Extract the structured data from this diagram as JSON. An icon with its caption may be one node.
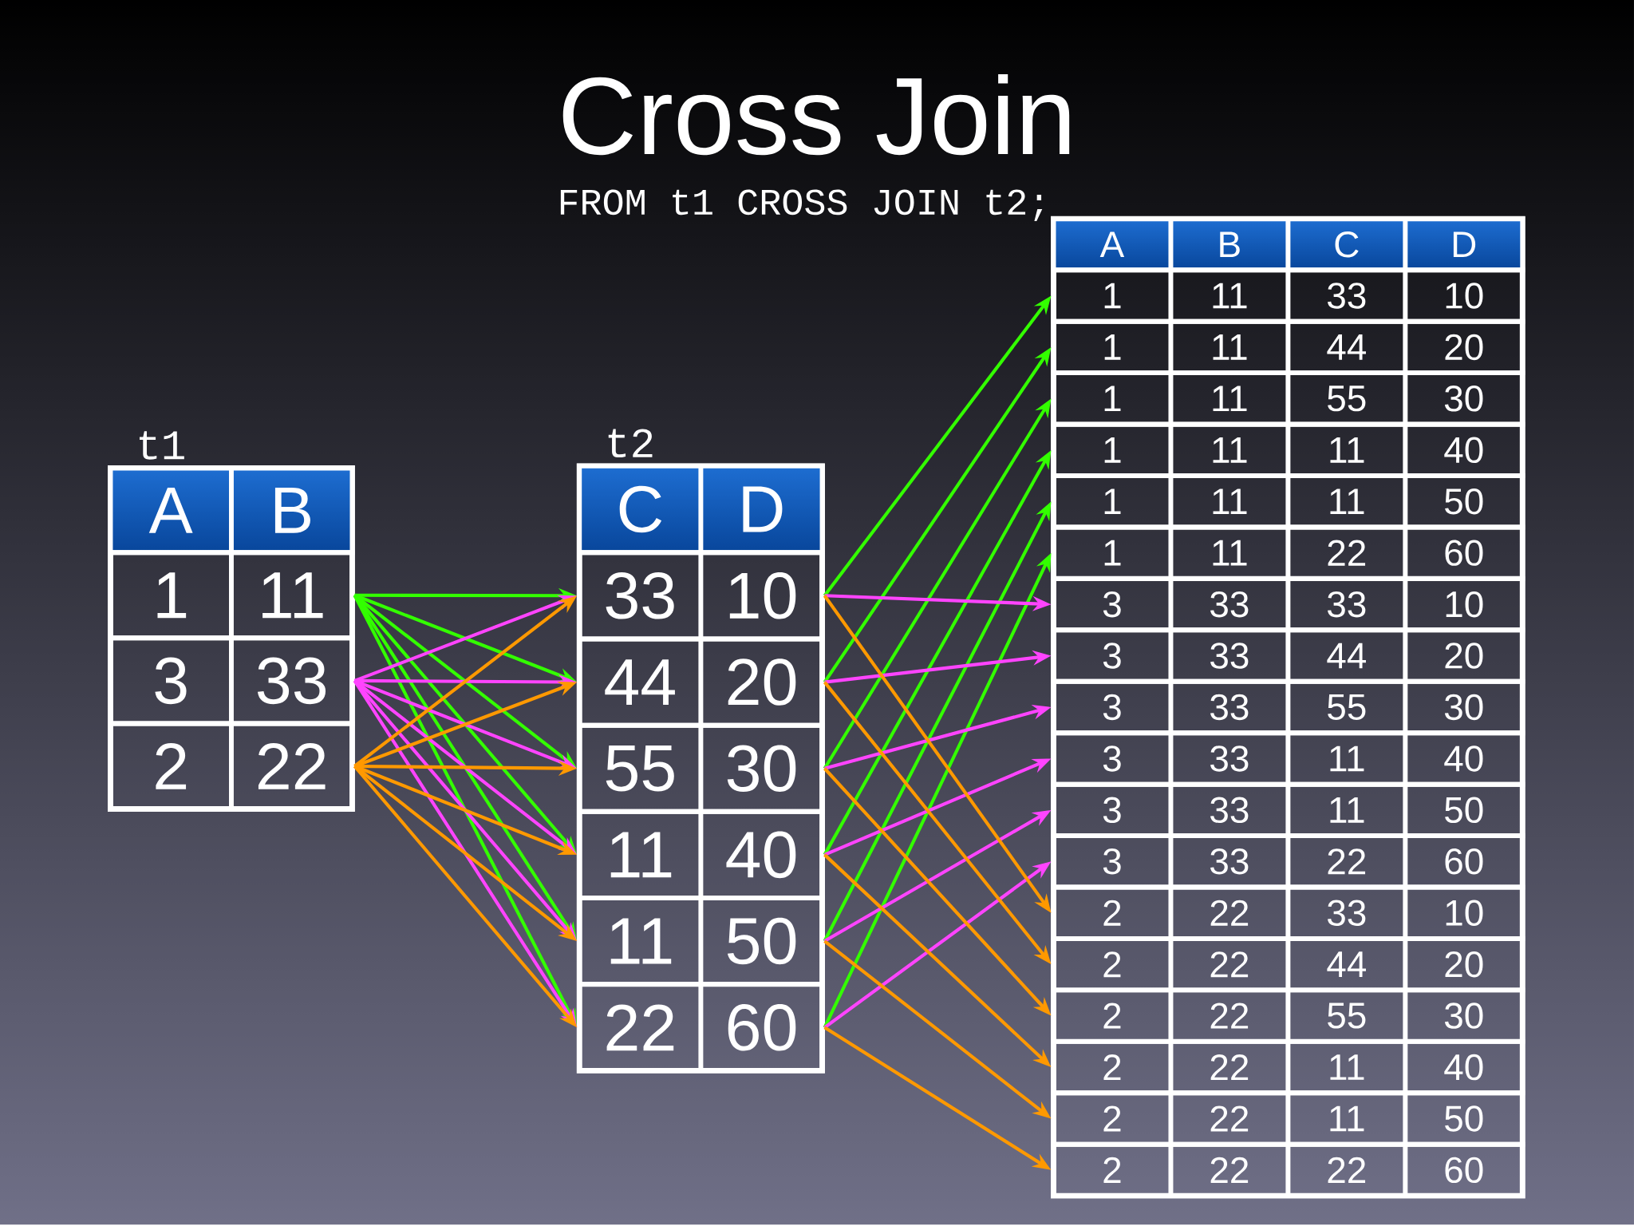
{
  "diagram": {
    "title": "Cross Join",
    "nodes": [
      {
        "text": [
          "t1"
        ]
      },
      {
        "text": [
          "A",
          "B"
        ],
        "in": 0
      },
      {
        "text": [
          "1",
          "11"
        ],
        "in": 0
      },
      {
        "text": [
          "3",
          "33"
        ],
        "in": 0
      },
      {
        "text": [
          "2",
          "22"
        ],
        "in": 0
      },
      {
        "text": [
          "t2"
        ]
      },
      {
        "text": [
          "C",
          "D"
        ],
        "in": 5
      },
      {
        "text": [
          "33",
          "10"
        ],
        "in": 5
      },
      {
        "text": [
          "44",
          "20"
        ],
        "in": 5
      },
      {
        "text": [
          "55",
          "30"
        ],
        "in": 5
      },
      {
        "text": [
          "11",
          "40"
        ],
        "in": 5
      },
      {
        "text": [
          "11",
          "50"
        ],
        "in": 5
      },
      {
        "text": [
          "22",
          "60"
        ],
        "in": 5
      },
      {
        "text": [],
        "shape": "box"
      },
      {
        "text": [
          "A",
          "B",
          "C",
          "D"
        ],
        "in": 13
      },
      {
        "text": [
          "1",
          "11",
          "33",
          "10"
        ],
        "in": 13
      },
      {
        "text": [
          "1",
          "11",
          "44",
          "20"
        ],
        "in": 13
      },
      {
        "text": [
          "1",
          "11",
          "55",
          "30"
        ],
        "in": 13
      },
      {
        "text": [
          "1",
          "11",
          "11",
          "40"
        ],
        "in": 13
      },
      {
        "text": [
          "1",
          "11",
          "11",
          "50"
        ],
        "in": 13
      },
      {
        "text": [
          "1",
          "11",
          "22",
          "60"
        ],
        "in": 13
      },
      {
        "text": [
          "3",
          "33",
          "33",
          "10"
        ],
        "in": 13
      },
      {
        "text": [
          "3",
          "33",
          "44",
          "20"
        ],
        "in": 13
      },
      {
        "text": [
          "3",
          "33",
          "55",
          "30"
        ],
        "in": 13
      },
      {
        "text": [
          "3",
          "33",
          "11",
          "40"
        ],
        "in": 13
      },
      {
        "text": [
          "3",
          "33",
          "11",
          "50"
        ],
        "in": 13
      },
      {
        "text": [
          "3",
          "33",
          "22",
          "60"
        ],
        "in": 13
      },
      {
        "text": [
          "2",
          "22",
          "33",
          "10"
        ],
        "in": 13
      },
      {
        "text": [
          "2",
          "22",
          "44",
          "20"
        ],
        "in": 13
      },
      {
        "text": [
          "2",
          "22",
          "55",
          "30"
        ],
        "in": 13
      },
      {
        "text": [
          "2",
          "22",
          "11",
          "40"
        ],
        "in": 13
      },
      {
        "text": [
          "2",
          "22",
          "11",
          "50"
        ],
        "in": 13
      },
      {
        "text": [
          "2",
          "22",
          "22",
          "60"
        ],
        "in": 13
      }
    ],
    "edges": [
      {
        "from": 2,
        "to": 7,
        "arrow": "to",
        "color": "#33ff00"
      },
      {
        "from": 2,
        "to": 8,
        "arrow": "to",
        "color": "#33ff00"
      },
      {
        "from": 2,
        "to": 9,
        "arrow": "to",
        "color": "#33ff00"
      },
      {
        "from": 2,
        "to": 10,
        "arrow": "to",
        "color": "#33ff00"
      },
      {
        "from": 2,
        "to": 11,
        "arrow": "to",
        "color": "#33ff00"
      },
      {
        "from": 2,
        "to": 12,
        "arrow": "to",
        "color": "#33ff00"
      },
      {
        "from": 3,
        "to": 7,
        "arrow": "to",
        "color": "#ff44ff"
      },
      {
        "from": 3,
        "to": 8,
        "arrow": "to",
        "color": "#ff44ff"
      },
      {
        "from": 3,
        "to": 9,
        "arrow": "to",
        "color": "#ff44ff"
      },
      {
        "from": 3,
        "to": 10,
        "arrow": "to",
        "color": "#ff44ff"
      },
      {
        "from": 3,
        "to": 11,
        "arrow": "to",
        "color": "#ff44ff"
      },
      {
        "from": 3,
        "to": 12,
        "arrow": "to",
        "color": "#ff44ff"
      },
      {
        "from": 4,
        "to": 7,
        "arrow": "to",
        "color": "#ff9900"
      },
      {
        "from": 4,
        "to": 8,
        "arrow": "to",
        "color": "#ff9900"
      },
      {
        "from": 4,
        "to": 9,
        "arrow": "to",
        "color": "#ff9900"
      },
      {
        "from": 4,
        "to": 10,
        "arrow": "to",
        "color": "#ff9900"
      },
      {
        "from": 4,
        "to": 11,
        "arrow": "to",
        "color": "#ff9900"
      },
      {
        "from": 4,
        "to": 12,
        "arrow": "to",
        "color": "#ff9900"
      },
      {
        "from": 7,
        "to": 15,
        "arrow": "to",
        "color": "#33ff00"
      },
      {
        "from": 8,
        "to": 16,
        "arrow": "to",
        "color": "#33ff00"
      },
      {
        "from": 9,
        "to": 17,
        "arrow": "to",
        "color": "#33ff00"
      },
      {
        "from": 10,
        "to": 18,
        "arrow": "to",
        "color": "#33ff00"
      },
      {
        "from": 11,
        "to": 19,
        "arrow": "to",
        "color": "#33ff00"
      },
      {
        "from": 12,
        "to": 20,
        "arrow": "to",
        "color": "#33ff00"
      },
      {
        "from": 7,
        "to": 21,
        "arrow": "to",
        "color": "#ff44ff"
      },
      {
        "from": 8,
        "to": 22,
        "arrow": "to",
        "color": "#ff44ff"
      },
      {
        "from": 9,
        "to": 23,
        "arrow": "to",
        "color": "#ff44ff"
      },
      {
        "from": 10,
        "to": 24,
        "arrow": "to",
        "color": "#ff44ff"
      },
      {
        "from": 11,
        "to": 25,
        "arrow": "to",
        "color": "#ff44ff"
      },
      {
        "from": 12,
        "to": 26,
        "arrow": "to",
        "color": "#ff44ff"
      },
      {
        "from": 7,
        "to": 27,
        "arrow": "to",
        "color": "#ff9900"
      },
      {
        "from": 8,
        "to": 28,
        "arrow": "to",
        "color": "#ff9900"
      },
      {
        "from": 9,
        "to": 29,
        "arrow": "to",
        "color": "#ff9900"
      },
      {
        "from": 10,
        "to": 30,
        "arrow": "to",
        "color": "#ff9900"
      },
      {
        "from": 11,
        "to": 31,
        "arrow": "to",
        "color": "#ff9900"
      },
      {
        "from": 12,
        "to": 32,
        "arrow": "to",
        "color": "#ff9900"
      }
    ],
    "labels": [
      "FROM t1 CROSS JOIN t2;"
    ]
  }
}
